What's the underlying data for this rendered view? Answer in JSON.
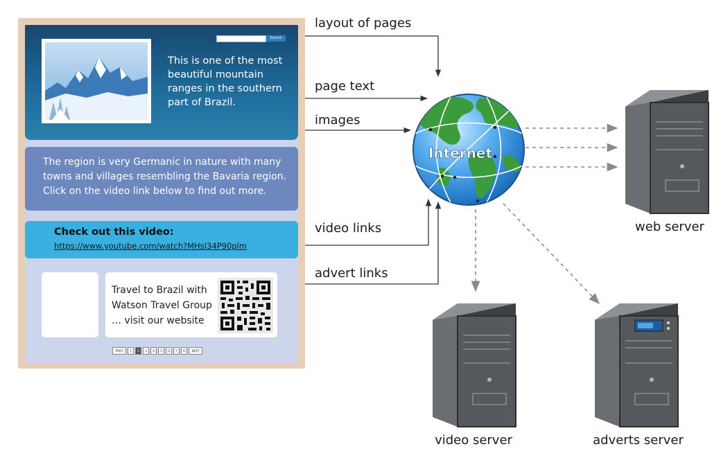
{
  "webpage": {
    "search_button": "Search",
    "hero_text": "This is one of the most beautiful mountain ranges in the southern part of Brazil.",
    "intro_text": "The region is very Germanic in nature with many towns and villages resembling the Bavaria region. Click on the video link below to find out more.",
    "video_title": "Check out this video:",
    "video_url": "https://www.youtube.com/watch?MHsI34P90plm",
    "ad_text": "Travel to Brazil with Watson Travel Group … visit our website",
    "pager": [
      "PREV",
      "1",
      "2",
      "3",
      "4",
      "5",
      "6",
      "7",
      "8",
      "NEXT"
    ]
  },
  "labels": {
    "layout": "layout of pages",
    "page_text": "page text",
    "images": "images",
    "video_links": "video links",
    "advert_links": "advert links"
  },
  "globe_label": "Internet",
  "servers": {
    "web": "web server",
    "video": "video server",
    "adverts": "adverts server"
  },
  "colors": {
    "hero": "#1f6d9c",
    "intro": "#6c88bf",
    "video_box": "#39b0df",
    "page_bg": "#ccd5ec",
    "frame": "#e6cfb6",
    "globe_ocean": "#2a8fd6",
    "globe_land": "#3c9b3a",
    "server_body": "#4a4c50"
  }
}
